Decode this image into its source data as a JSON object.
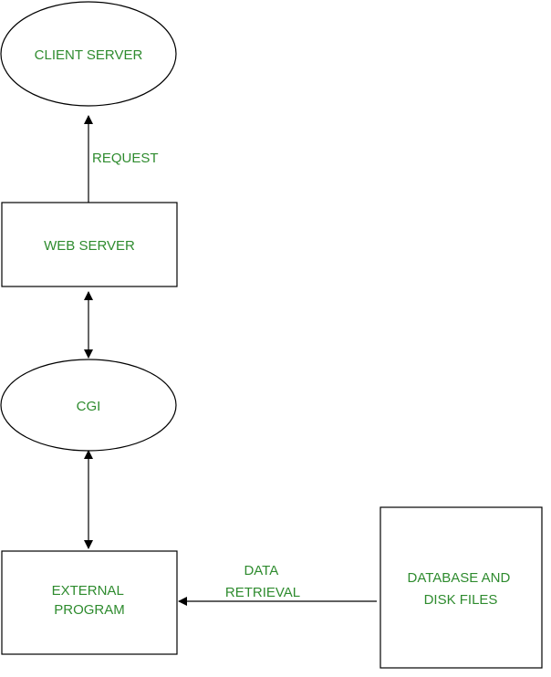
{
  "diagram": {
    "nodes": {
      "client_server": {
        "label": "CLIENT SERVER"
      },
      "web_server": {
        "label": "WEB SERVER"
      },
      "cgi": {
        "label": "CGI"
      },
      "external_program": {
        "label_line1": "EXTERNAL",
        "label_line2": "PROGRAM"
      },
      "database": {
        "label_line1": "DATABASE AND",
        "label_line2": "DISK FILES"
      }
    },
    "edges": {
      "client_web": {
        "label": "REQUEST"
      },
      "database_external": {
        "label_line1": "DATA",
        "label_line2": "RETRIEVAL"
      }
    },
    "colors": {
      "label_text": "#2e8b2e",
      "stroke": "#000000",
      "background": "#ffffff"
    }
  }
}
